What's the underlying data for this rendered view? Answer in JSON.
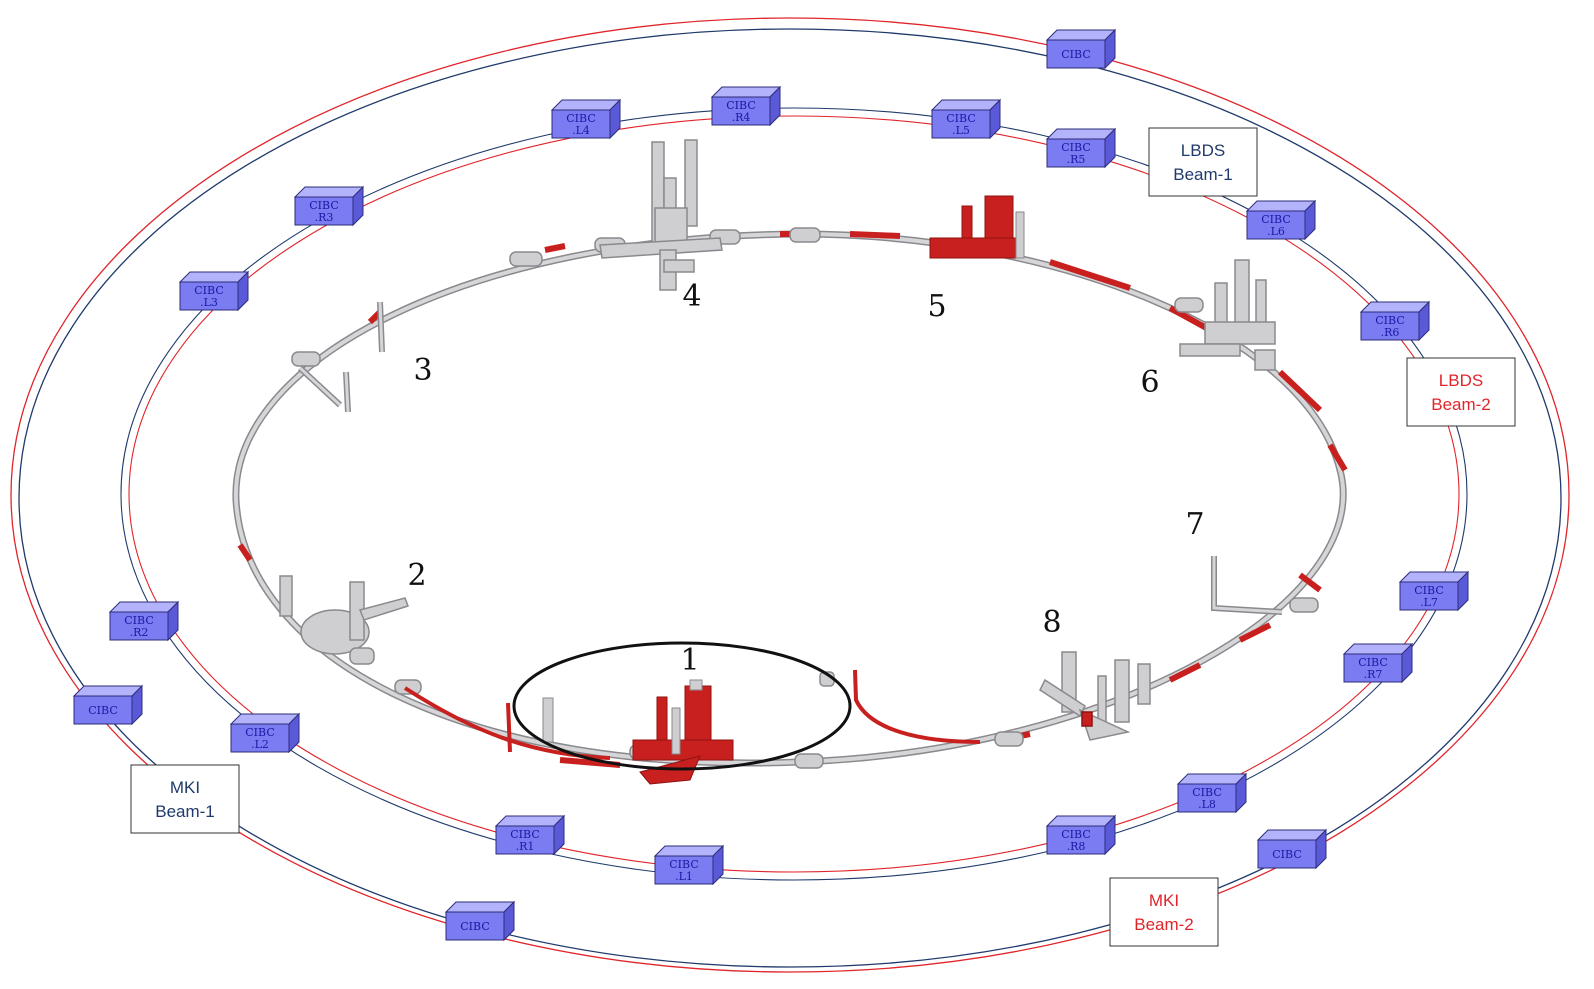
{
  "colors": {
    "beam1": "#1f3a6b",
    "beam2": "#e0252b",
    "module_front": "#7b7bf2",
    "module_top": "#b3b3fb",
    "module_side": "#5a5ad8",
    "module_edge": "#2d2d7a",
    "ring_tunnel": "#cfcfd2",
    "ring_tunnel_edge": "#8a8a8e",
    "experiment_red": "#c8201e",
    "small_ring": "#111111"
  },
  "sectors": [
    {
      "id": "s1",
      "label": "1"
    },
    {
      "id": "s2",
      "label": "2"
    },
    {
      "id": "s3",
      "label": "3"
    },
    {
      "id": "s4",
      "label": "4"
    },
    {
      "id": "s5",
      "label": "5"
    },
    {
      "id": "s6",
      "label": "6"
    },
    {
      "id": "s7",
      "label": "7"
    },
    {
      "id": "s8",
      "label": "8"
    }
  ],
  "cibc_modules": [
    {
      "id": "outer-top",
      "line1": "CIBC",
      "line2": ""
    },
    {
      "id": "outer-left",
      "line1": "CIBC",
      "line2": ""
    },
    {
      "id": "outer-bottom-left",
      "line1": "CIBC",
      "line2": ""
    },
    {
      "id": "outer-bottom-right",
      "line1": "CIBC",
      "line2": ""
    },
    {
      "id": "l4",
      "line1": "CIBC",
      "line2": ".L4"
    },
    {
      "id": "r4",
      "line1": "CIBC",
      "line2": ".R4"
    },
    {
      "id": "l5",
      "line1": "CIBC",
      "line2": ".L5"
    },
    {
      "id": "r5",
      "line1": "CIBC",
      "line2": ".R5"
    },
    {
      "id": "r3",
      "line1": "CIBC",
      "line2": ".R3"
    },
    {
      "id": "l3",
      "line1": "CIBC",
      "line2": ".L3"
    },
    {
      "id": "l6",
      "line1": "CIBC",
      "line2": ".L6"
    },
    {
      "id": "r6",
      "line1": "CIBC",
      "line2": ".R6"
    },
    {
      "id": "r2",
      "line1": "CIBC",
      "line2": ".R2"
    },
    {
      "id": "l2",
      "line1": "CIBC",
      "line2": ".L2"
    },
    {
      "id": "l7",
      "line1": "CIBC",
      "line2": ".L7"
    },
    {
      "id": "r7",
      "line1": "CIBC",
      "line2": ".R7"
    },
    {
      "id": "l8",
      "line1": "CIBC",
      "line2": ".L8"
    },
    {
      "id": "r8",
      "line1": "CIBC",
      "line2": ".R8"
    },
    {
      "id": "r1",
      "line1": "CIBC",
      "line2": ".R1"
    },
    {
      "id": "l1",
      "line1": "CIBC",
      "line2": ".L1"
    }
  ],
  "systems": [
    {
      "id": "lbds-beam1",
      "line1": "LBDS",
      "line2": "Beam-1",
      "beam": "beam1"
    },
    {
      "id": "lbds-beam2",
      "line1": "LBDS",
      "line2": "Beam-2",
      "beam": "beam2"
    },
    {
      "id": "mki-beam1",
      "line1": "MKI",
      "line2": "Beam-1",
      "beam": "beam1"
    },
    {
      "id": "mki-beam2",
      "line1": "MKI",
      "line2": "Beam-2",
      "beam": "beam2"
    }
  ]
}
